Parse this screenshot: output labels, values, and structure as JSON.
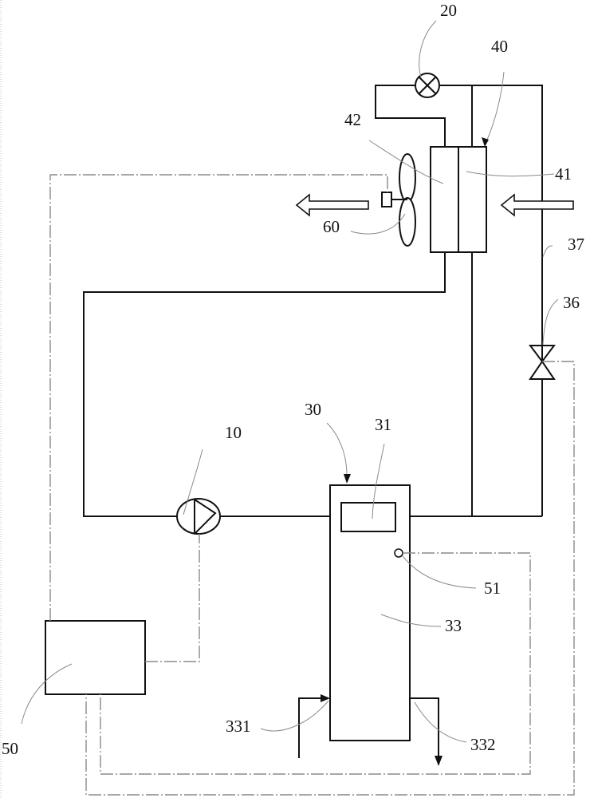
{
  "diagram": {
    "type": "patent schematic - heat pump water heater system",
    "colors": {
      "line": "#111111",
      "control_line": "#8a8a8a",
      "background": "#ffffff"
    },
    "components": {
      "compressor": {
        "label": "10",
        "icon": "pump-icon"
      },
      "expansion_valve": {
        "label": "20",
        "icon": "valve-x-icon"
      },
      "water_tank": {
        "label": "30"
      },
      "condenser_coil": {
        "label": "31"
      },
      "tank_body": {
        "label": "33"
      },
      "water_inlet": {
        "label": "331"
      },
      "water_outlet": {
        "label": "332"
      },
      "bypass_valve": {
        "label": "36",
        "icon": "bowtie-valve-icon"
      },
      "bypass_pipe": {
        "label": "37"
      },
      "evaporator": {
        "label": "40"
      },
      "evaporator_section_a": {
        "label": "41"
      },
      "evaporator_section_b": {
        "label": "42"
      },
      "controller": {
        "label": "50"
      },
      "temperature_sensor": {
        "label": "51"
      },
      "fan": {
        "label": "60",
        "icon": "fan-icon"
      }
    }
  }
}
